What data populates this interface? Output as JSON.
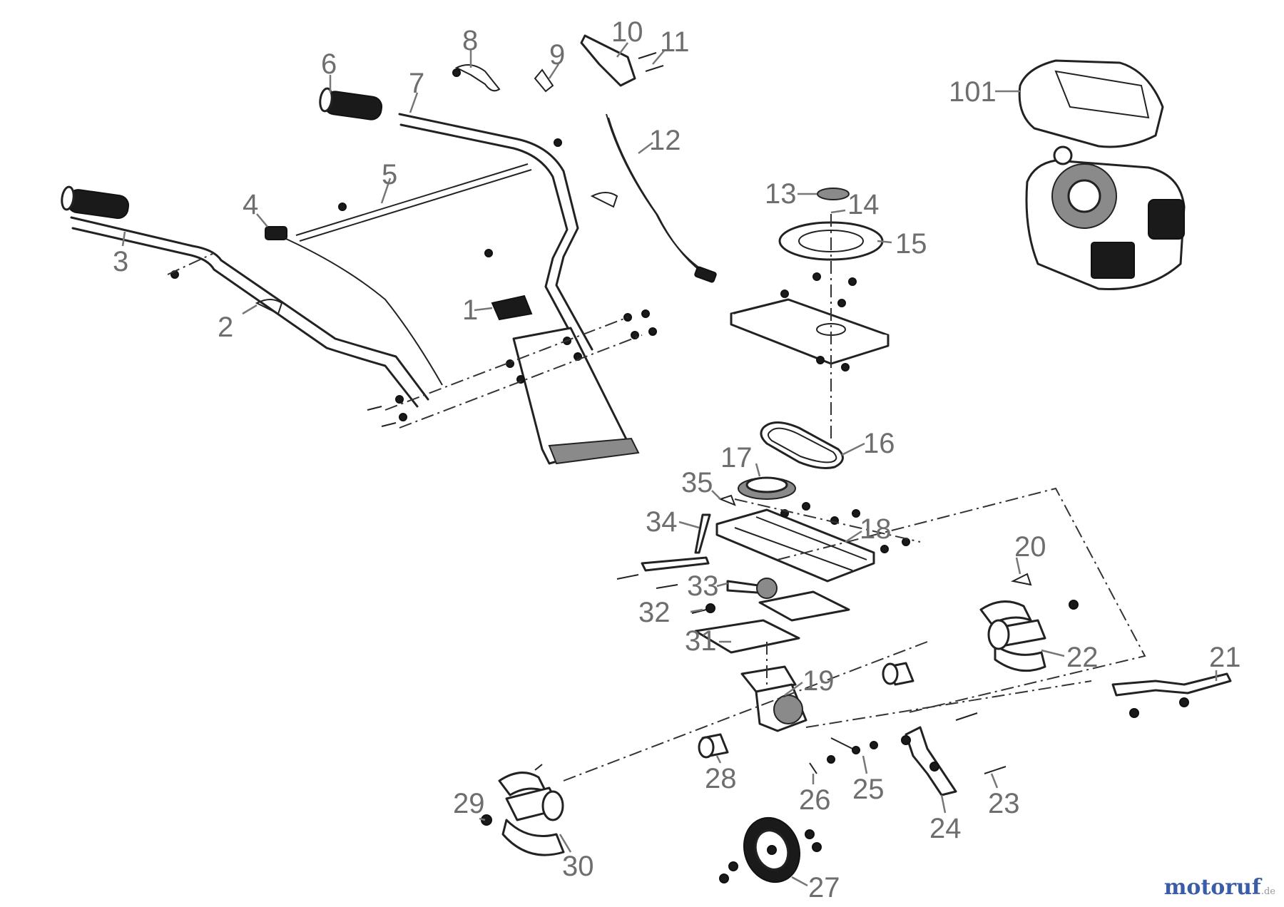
{
  "diagram": {
    "part_labels": [
      "1",
      "2",
      "3",
      "4",
      "5",
      "6",
      "7",
      "8",
      "9",
      "10",
      "11",
      "12",
      "13",
      "14",
      "15",
      "16",
      "17",
      "18",
      "19",
      "20",
      "21",
      "22",
      "23",
      "24",
      "25",
      "26",
      "27",
      "28",
      "29",
      "30",
      "31",
      "32",
      "33",
      "34",
      "35",
      "101"
    ]
  },
  "watermark": {
    "text": "motoruf",
    "suffix": ".de"
  }
}
